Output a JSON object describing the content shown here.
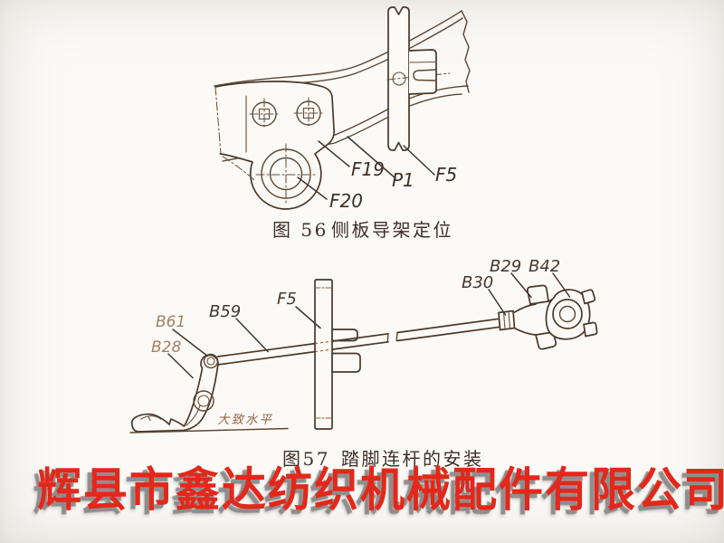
{
  "figure56": {
    "caption": {
      "prefix": "图 56",
      "title": "侧板导架定位"
    },
    "labels": {
      "f19": "F19",
      "p1": "P1",
      "f5": "F5",
      "f20": "F20"
    }
  },
  "figure57": {
    "caption": {
      "prefix": "图57",
      "title": "踏脚连杆的安装"
    },
    "annotation": "大致水平",
    "labels": {
      "b61": "B61",
      "b28": "B28",
      "b59": "B59",
      "f5": "F5",
      "b30": "B30",
      "b29": "B29",
      "b42": "B42"
    }
  },
  "watermark": {
    "text": "辉县市鑫达纺织机械配件有限公司",
    "color": "#e3281b",
    "shadow_color": "#8f8f8f"
  }
}
